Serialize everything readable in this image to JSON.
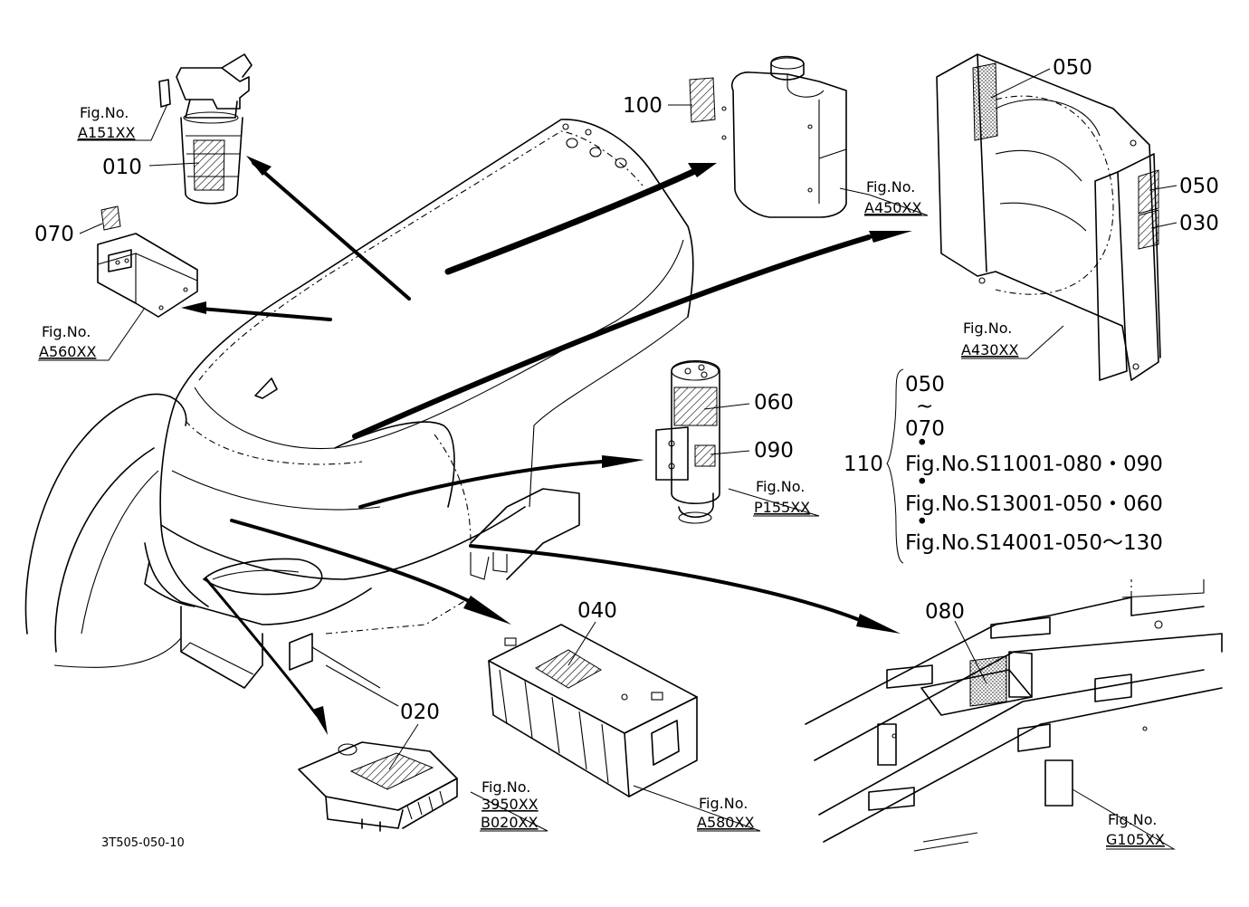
{
  "callouts": {
    "c010": "010",
    "c020": "020",
    "c030": "030",
    "c040": "040",
    "c050a": "050",
    "c050b": "050",
    "c060": "060",
    "c070": "070",
    "c080": "080",
    "c090": "090",
    "c100": "100",
    "c110": "110"
  },
  "fig_refs": {
    "label": "Fig.No.",
    "a151": "A151XX",
    "a560": "A560XX",
    "a450": "A450XX",
    "a430": "A430XX",
    "p155": "P155XX",
    "c3950": "3950XX",
    "b020": "B020XX",
    "a580": "A580XX",
    "g105": "G105XX"
  },
  "group_110": {
    "range_start": "050",
    "tilde": "~",
    "range_end": "070",
    "bullet": "•",
    "ref1": "Fig.No.S11001-080・090",
    "ref2": "Fig.No.S13001-050・060",
    "ref3": "Fig.No.S14001-050～130"
  },
  "drawing_code": "3T505-050-10"
}
